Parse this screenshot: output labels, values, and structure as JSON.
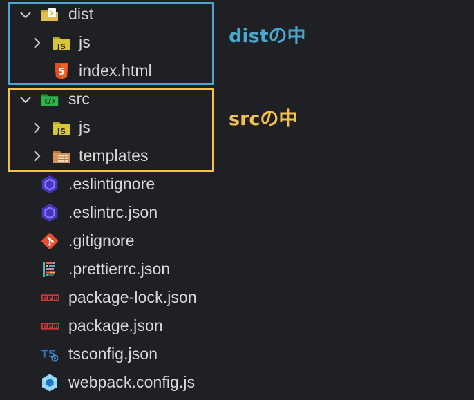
{
  "explorer": {
    "rows": [
      {
        "name": "dist",
        "kind": "folder",
        "expanded": true,
        "icon": "dist-folder-icon"
      },
      {
        "name": "js",
        "kind": "folder",
        "expanded": false,
        "icon": "js-folder-icon"
      },
      {
        "name": "index.html",
        "kind": "file",
        "icon": "html5-icon"
      },
      {
        "name": "src",
        "kind": "folder",
        "expanded": true,
        "icon": "src-folder-icon"
      },
      {
        "name": "js",
        "kind": "folder",
        "expanded": false,
        "icon": "js-folder-icon"
      },
      {
        "name": "templates",
        "kind": "folder",
        "expanded": false,
        "icon": "templates-folder-icon"
      },
      {
        "name": ".eslintignore",
        "kind": "file",
        "icon": "eslint-icon"
      },
      {
        "name": ".eslintrc.json",
        "kind": "file",
        "icon": "eslint-icon"
      },
      {
        "name": ".gitignore",
        "kind": "file",
        "icon": "git-icon"
      },
      {
        "name": ".prettierrc.json",
        "kind": "file",
        "icon": "prettier-icon"
      },
      {
        "name": "package-lock.json",
        "kind": "file",
        "icon": "npm-icon"
      },
      {
        "name": "package.json",
        "kind": "file",
        "icon": "npm-icon"
      },
      {
        "name": "tsconfig.json",
        "kind": "file",
        "icon": "typescript-config-icon"
      },
      {
        "name": "webpack.config.js",
        "kind": "file",
        "icon": "webpack-icon"
      }
    ]
  },
  "annotations": {
    "dist_label": "distの中",
    "src_label": "srcの中"
  },
  "colors": {
    "background": "#1f2023",
    "text": "#d8d8d8",
    "dist_highlight": "#4aa6cc",
    "src_highlight": "#f3c24c",
    "js_yellow": "#d8c63a",
    "html_orange": "#e44d26",
    "eslint_purple": "#4b32c3",
    "git_red": "#e84e31",
    "npm_red": "#cb3837",
    "ts_blue": "#2f74c0",
    "webpack_blue": "#8ed6fb"
  }
}
